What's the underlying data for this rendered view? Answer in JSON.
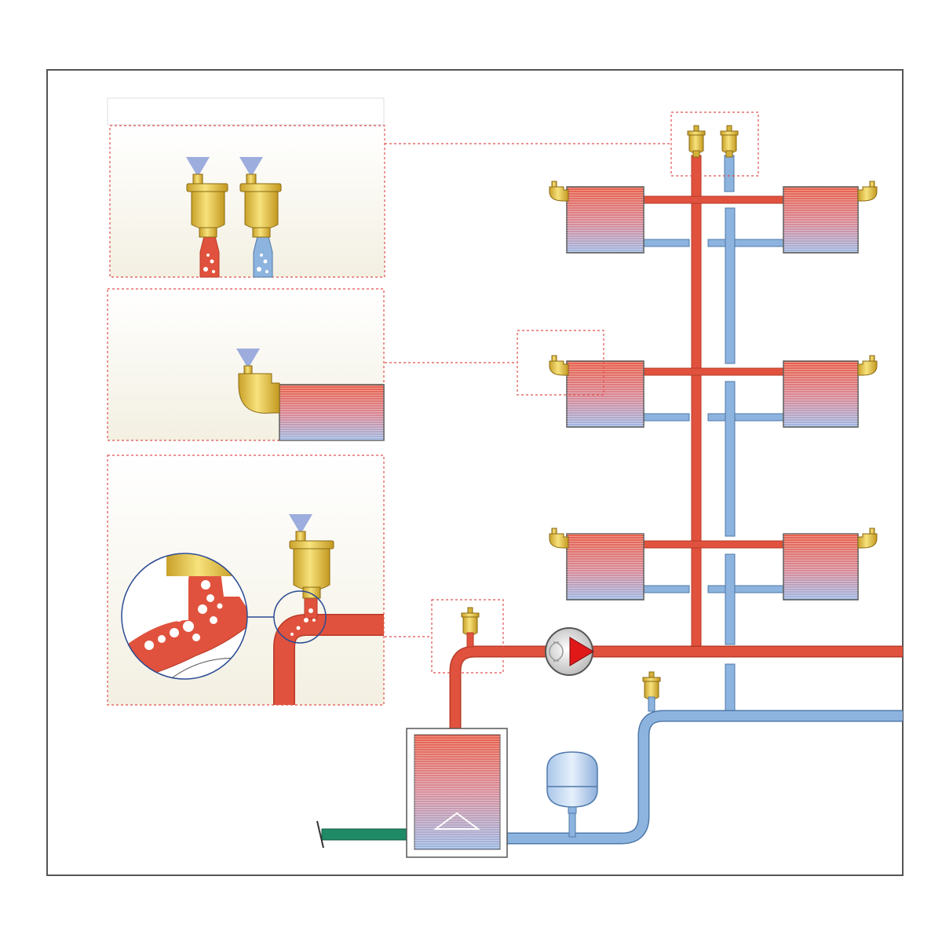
{
  "diagram": {
    "kind": "heating-system-schematic",
    "colors": {
      "hot_pipe": "#e0523d",
      "hot_pipe_edge": "#b83a28",
      "cold_pipe": "#8db4df",
      "cold_pipe_edge": "#4f78aa",
      "brass": "#e8c84a",
      "brass_dark": "#b08a1c",
      "spray": "#8c9fd8",
      "callout_border": "#e0524f",
      "frame": "#555555",
      "gas_pipe": "#1f8a66"
    },
    "components": {
      "radiators": [
        "radiator",
        "radiator",
        "radiator",
        "radiator",
        "radiator",
        "radiator"
      ],
      "air_vents": [
        "air-vent-top-hot",
        "air-vent-top-cold",
        "radiator-air-vent",
        "boiler-outlet-air-vent",
        "return-air-vent"
      ],
      "pump": "circulation-pump",
      "expansion_vessel": "expansion-vessel",
      "boiler": "boiler",
      "supply_riser": "hot-supply-riser",
      "return_riser": "cold-return-riser"
    },
    "callouts": [
      "detail-top-vents",
      "detail-radiator-vent",
      "detail-bend-bubbles"
    ]
  }
}
